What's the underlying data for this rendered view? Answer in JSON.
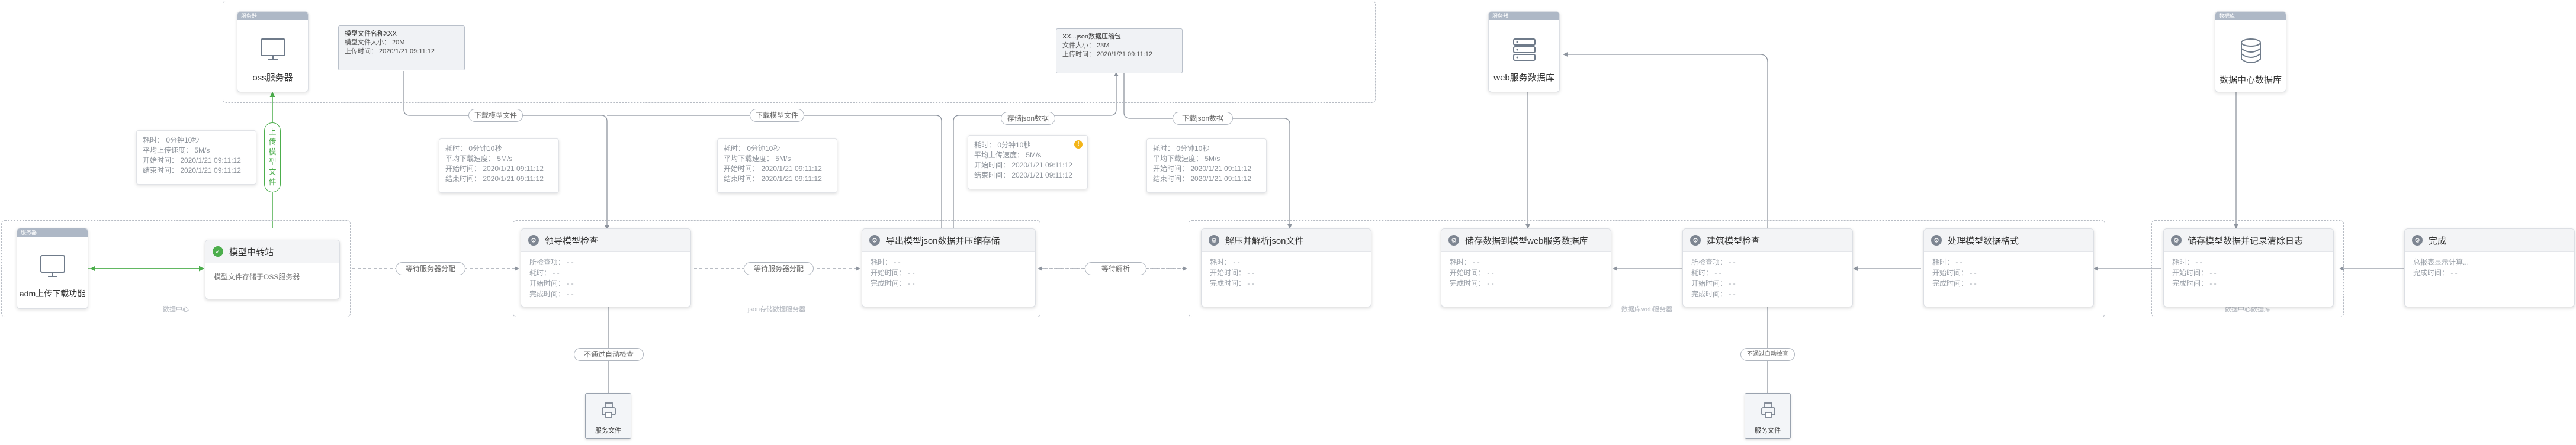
{
  "groups": {
    "g1": "数据中心",
    "g2": "json存储数据服务器",
    "g3": "数据库web服务器",
    "g4": "数据中心数据库"
  },
  "servers": {
    "oss": {
      "tag": "服务器",
      "name": "oss服务器"
    },
    "web": {
      "tag": "服务器",
      "name": "web服务数据库"
    },
    "dc": {
      "tag": "数据库",
      "name": "数据中心数据库"
    },
    "admin": {
      "tag": "服务器",
      "name": "adm上传下载功能"
    }
  },
  "files": {
    "model": {
      "name": "模型文件名称XXX",
      "size": "模型文件大小：  20M",
      "time": "上传时间：  2020/1/21 09:11:12"
    },
    "json": {
      "name": "XX...json数据压缩包",
      "size": "文件大小：  23M",
      "time": "上传时间：  2020/1/21 09:11:12"
    }
  },
  "stats": {
    "upload": [
      "耗时：  0分钟10秒",
      "平均上传速度：  5M/s",
      "开始时间：  2020/1/21 09:11:12",
      "结束时间：  2020/1/21 09:11:12"
    ],
    "dl1": [
      "耗时：  0分钟10秒",
      "平均下载速度：  5M/s",
      "开始时间：  2020/1/21 09:11:12",
      "结束时间：  2020/1/21 09:11:12"
    ],
    "dl2": [
      "耗时：  0分钟10秒",
      "平均下载速度：  5M/s",
      "开始时间：  2020/1/21 09:11:12",
      "结束时间：  2020/1/21 09:11:12"
    ],
    "up2": [
      "耗时：  0分钟10秒",
      "平均上传速度：  5M/s",
      "开始时间：  2020/1/21 09:11:12",
      "结束时间：  2020/1/21 09:11:12"
    ],
    "dl3": [
      "耗时：  0分钟10秒",
      "平均下载速度：  5M/s",
      "开始时间：  2020/1/21 09:11:12",
      "结束时间：  2020/1/21 09:11:12"
    ]
  },
  "cards": {
    "upload": {
      "title": "模型中转站",
      "lines": [
        "模型文件存储于OSS服务器"
      ]
    },
    "check1": {
      "title": "领导模型检查",
      "lines": [
        "所检查项：  - -",
        "耗时：  - -",
        "开始时间：  - -",
        "完成时间：  - -"
      ]
    },
    "export": {
      "title": "导出模型json数据并压缩存储",
      "lines": [
        "耗时：  - -",
        "开始时间：  - -",
        "完成时间：  - -"
      ]
    },
    "parse": {
      "title": "解压并解析json文件",
      "lines": [
        "耗时：  - -",
        "开始时间：  - -",
        "完成时间：  - -"
      ]
    },
    "store": {
      "title": "储存数据到模型web服务数据库",
      "lines": [
        "耗时：  - -",
        "开始时间：  - -",
        "完成时间：  - -"
      ]
    },
    "check2": {
      "title": "建筑模型检查",
      "lines": [
        "所检查项：  - -",
        "耗时：  - -",
        "开始时间：  - -",
        "完成时间：  - -"
      ]
    },
    "format": {
      "title": "处理模型数据格式",
      "lines": [
        "耗时：  - -",
        "开始时间：  - -",
        "完成时间：  - -"
      ]
    },
    "log": {
      "title": "储存模型数据并记录清除日志",
      "lines": [
        "耗时：  - -",
        "开始时间：  - -",
        "完成时间：  - -"
      ]
    },
    "done": {
      "title": "完成",
      "lines": [
        "总报表显示计算...",
        "完成时间：  - -"
      ]
    }
  },
  "pills": {
    "dl_model_1": "下载模型文件",
    "dl_model_2": "下载模型文件",
    "upload_json": "存储json数据",
    "dl_json": "下载json数据",
    "wait1": "等待服务器分配",
    "wait2": "等待服务器分配",
    "wait3": "等待解析",
    "no_check": "不通过自动检查",
    "check_fail": "不通过自动检查",
    "vertical": "上传模型文件"
  },
  "desks": {
    "d1": "服务文件",
    "d2": "服务文件"
  },
  "colors": {
    "accent": "#4cae4c",
    "line": "#8e959f",
    "warn": "#f3b51a"
  },
  "icons": {
    "server": "monitor-icon",
    "database": "database-icon",
    "ok": "check-icon",
    "step": "step-icon",
    "warn": "warning-icon"
  }
}
